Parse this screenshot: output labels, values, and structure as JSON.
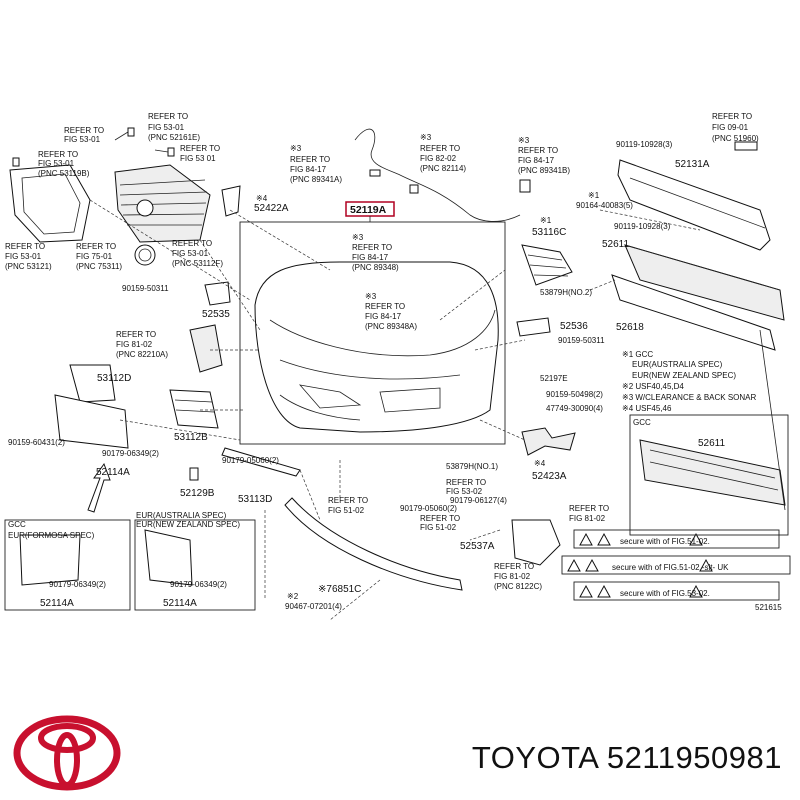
{
  "footer": {
    "brand_part": "TOYOTA 5211950981"
  },
  "highlight_part": "52119A",
  "figure_code": "521615",
  "legend": {
    "l1": "※1 GCC",
    "l1b": "EUR(AUSTRALIA SPEC)",
    "l1c": "EUR(NEW ZEALAND SPEC)",
    "l2": "※2 USF40,45,D4",
    "l3": "※3 W/CLEARANCE & BACK SONAR",
    "l4": "※4 USF45,46"
  },
  "boxes": {
    "gcc": "GCC",
    "eur_formosa": "EUR(FORMOSA SPEC)",
    "gcc2": "GCC",
    "eur_aus": "EUR(AUSTRALIA SPEC)",
    "eur_nz": "EUR(NEW ZEALAND SPEC)"
  },
  "warnings": {
    "w1": "secure with      of FIG.51-02.",
    "w2": "secure with      of FIG.51-02 -slt- UK",
    "w3": "secure with      of FIG.53-02."
  },
  "labels": {
    "refer_to": "REFER TO",
    "r_53_01": "FIG 53-01",
    "r_52161": "(PNC 52161E)",
    "r_53_01b": "FIG 53 01",
    "r_53119": "(PNC 53119B)",
    "r_53121": "(PNC 53121)",
    "r_75_01": "FIG 75-01",
    "r_75311": "(PNC 75311)",
    "r_53112": "(PNC 53112F)",
    "r_84_17": "FIG 84-17",
    "r_89341": "(PNC 89341A)",
    "r_82_02": "FIG 82-02",
    "r_82114": "(PNC 82114)",
    "r_89341b": "(PNC 89341B)",
    "r_89348": "(PNC 89348)",
    "r_89348a": "(PNC 89348A)",
    "r_09_01": "FIG 09-01",
    "r_51960": "(PNC 51960)",
    "r_81_02": "FIG 81-02",
    "r_82210": "(PNC 82210A)",
    "r_51_02": "FIG 51-02",
    "r_53_02": "FIG 53-02",
    "r_81_02b": "FIG 81-02",
    "r_8122": "(PNC 8122C)",
    "x3": "※3",
    "x4": "※4",
    "x1": "※1",
    "x2": "※2",
    "p52119A": "52119A",
    "p52422A": "52422A",
    "p52131A": "52131A",
    "p53116C": "53116C",
    "p52611": "52611",
    "p52611b": "52611",
    "p53879H_no2": "53879H(NO.2)",
    "p52618": "52618",
    "p52536": "52536",
    "p52197E": "52197E",
    "p52535": "52535",
    "p53112D": "53112D",
    "p53112B": "53112B",
    "p52114A": "52114A",
    "p52114A_b": "52114A",
    "p52114A_c": "52114A",
    "p52129B": "52129B",
    "p53113D": "53113D",
    "p53879H_no1": "53879H(NO.1)",
    "p52423A": "52423A",
    "p52537A": "52537A",
    "p76851C": "※76851C",
    "b90119_10928": "90119-10928(3)",
    "b90164_40083": "90164-40083(5)",
    "b90119_10928b": "90119-10928(3)",
    "b90159_50311": "90159-50311",
    "b90159_50311b": "90159-50311",
    "b90159_50498": "90159-50498(2)",
    "b47749_30090": "47749-30090(4)",
    "b90159_60431": "90159-60431(2)",
    "b90179_06349": "90179-06349(2)",
    "b90179_05060": "90179-05060(2)",
    "b90179_05060b": "90179-05060(2)",
    "b90179_06127": "90179-06127(4)",
    "b90467_07201": "90467-07201(4)",
    "b90179_06349b": "90179-06349(2)",
    "b90179_06349c": "90179-06349(2)"
  }
}
